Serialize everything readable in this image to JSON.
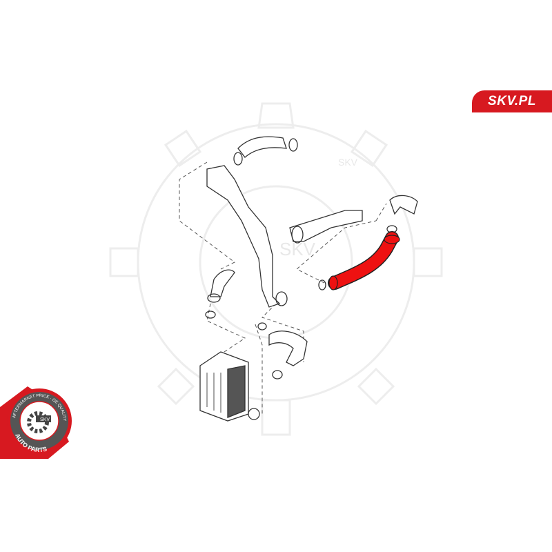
{
  "brand": {
    "site_label": "SKV.PL",
    "badge_top_text": "AFTERMARKET PRICE · OE QUALITY",
    "badge_center_text": "SKV",
    "badge_bottom_text": "AUTO PARTS",
    "watermark_text": "SKV",
    "accent_color": "#d71920"
  },
  "diagram": {
    "highlighted_part": "intercooler-hose",
    "highlight_color": "#ee1111"
  }
}
